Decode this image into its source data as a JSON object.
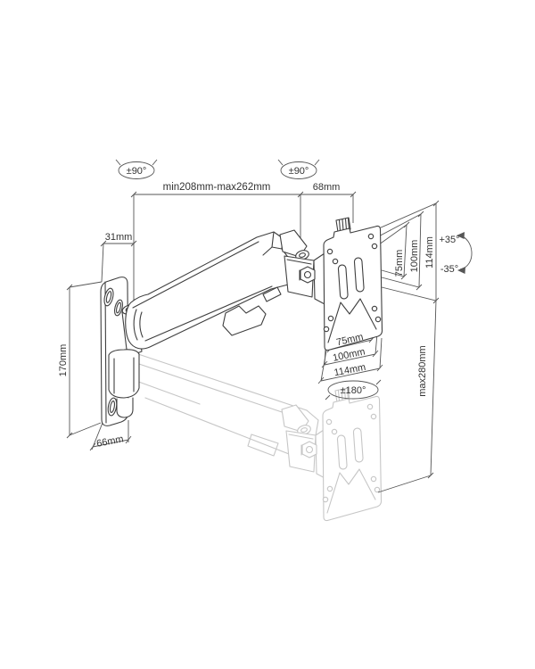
{
  "diagram": {
    "type": "technical-dimension-drawing",
    "subject": "gas-spring monitor wall-mount arm with VESA plate",
    "labels": {
      "wall_swivel": "±90°",
      "head_swivel": "±90°",
      "extension_range": "min208mm-max262mm",
      "head_offset": "68mm",
      "bracket_depth": "31mm",
      "bracket_height": "170mm",
      "bracket_width": "66mm",
      "vesa_v_75": "75mm",
      "vesa_v_100": "100mm",
      "vesa_v_114": "114mm",
      "vesa_h_75": "75mm",
      "vesa_h_100": "100mm",
      "vesa_h_114": "114mm",
      "plate_rotation": "±180°",
      "tilt_up": "+35°",
      "tilt_down": "-35°",
      "height_range": "max280mm"
    },
    "colors": {
      "outline": "#3f3f3f",
      "dimension_lines": "#565656",
      "ghost_position": "#c6c6c6",
      "label_text": "#333333",
      "background": "#ffffff"
    }
  }
}
